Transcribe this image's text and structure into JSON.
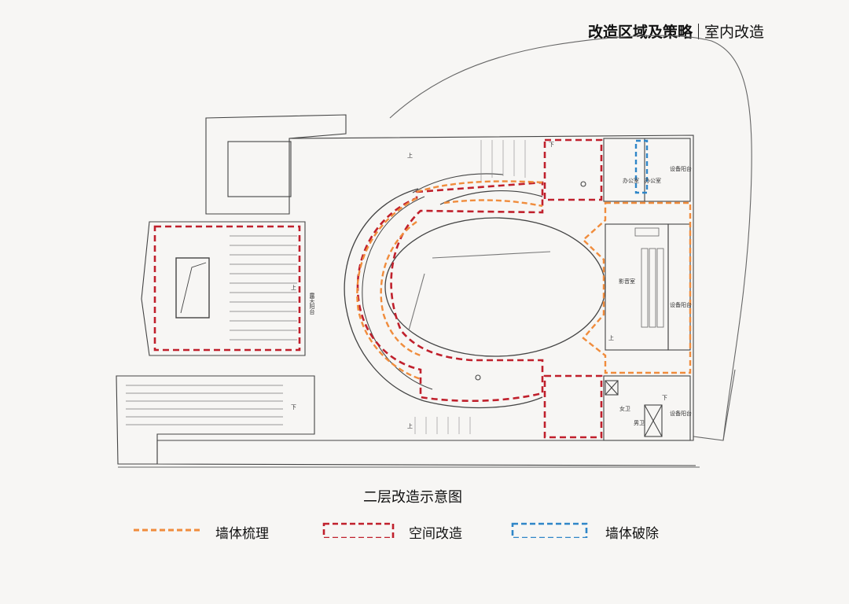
{
  "header": {
    "title_bold": "改造区域及策略",
    "title_regular": "室内改造"
  },
  "plan": {
    "caption": "二层改造示意图",
    "room_labels": {
      "open_terrace": "露天阳台",
      "screening_room": "影音室",
      "equipment_balcony_1": "设备阳台",
      "equipment_balcony_2": "设备阳台",
      "equipment_balcony_3": "设备阳台",
      "office_1": "办公室",
      "office_2": "办公室",
      "restroom_female": "女卫",
      "restroom_male": "男卫"
    },
    "stair_marks": {
      "up_1": "上",
      "up_2": "上",
      "up_3": "上",
      "up_4": "上",
      "down_1": "下",
      "down_2": "下",
      "down_3": "下"
    }
  },
  "legend": {
    "items": [
      {
        "label": "墙体梳理",
        "color": "#f08c3c",
        "style": "dashed"
      },
      {
        "label": "空间改造",
        "color": "#c0202c",
        "style": "dashed-box"
      },
      {
        "label": "墙体破除",
        "color": "#2f86c8",
        "style": "dashed-box"
      }
    ]
  },
  "colors": {
    "orange": "#f08c3c",
    "red": "#c0202c",
    "blue": "#2f86c8",
    "line": "#444444"
  }
}
